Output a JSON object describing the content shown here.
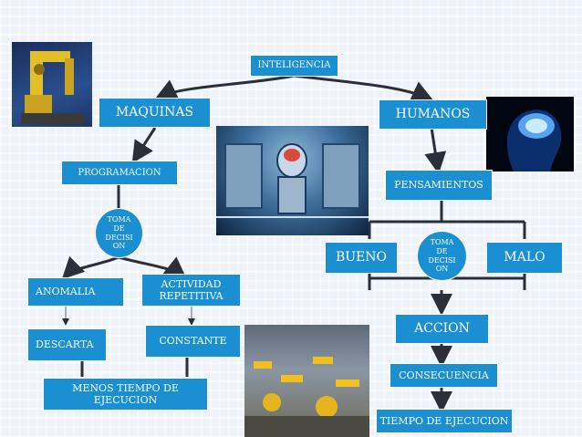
{
  "nodes": {
    "inteligencia": "INTELIGENCIA",
    "maquinas": "MAQUINAS",
    "humanos": "HUMANOS",
    "programacion": "PROGRAMACION",
    "pensamientos": "PENSAMIENTOS",
    "toma_decision_left": "TOMA DE DECISI ON",
    "toma_decision_right": "TOMA DE DECISI ON",
    "bueno": "BUENO",
    "malo": "MALO",
    "anomalia": "ANOMALIA",
    "actividad_repetitiva": "ACTIVIDAD REPETITIVA",
    "descarta": "DESCARTA",
    "constante": "CONSTANTE",
    "menos_tiempo": "MENOS TIEMPO DE EJECUCION",
    "accion": "ACCION",
    "consecuencia": "CONSECUENCIA",
    "tiempo_ejecucion": "TIEMPO DE EJECUCION"
  },
  "colors": {
    "node_fill": "#1a8fd1",
    "connector": "#2a2f3a",
    "background": "#eef3f9"
  },
  "images": [
    "robot-arm-photo",
    "cyborg-robots-photo",
    "brain-head-photo",
    "factory-robots-photo"
  ]
}
